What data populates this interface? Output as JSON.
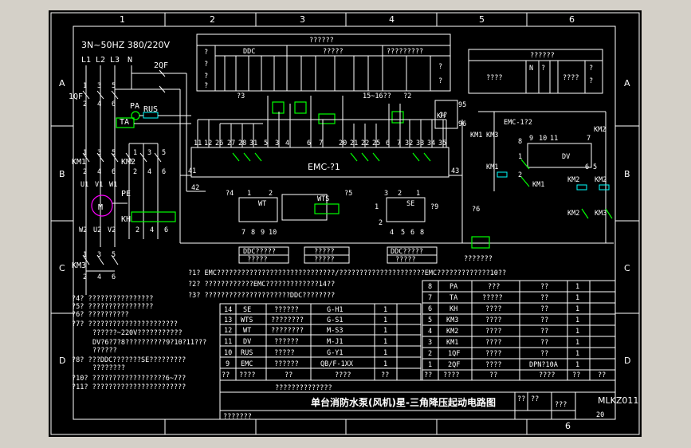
{
  "frame": {
    "columns": [
      "1",
      "2",
      "3",
      "4",
      "5",
      "6"
    ],
    "rows": [
      "A",
      "B",
      "C",
      "D"
    ],
    "column_footer_last": "6"
  },
  "power": {
    "supply": "3N~50HZ  380/220V",
    "phases": [
      "L1",
      "L2",
      "L3",
      "N"
    ],
    "breaker_main": "1QF",
    "breaker_ctrl": "2QF",
    "terminals_top": [
      "1",
      "3",
      "5"
    ],
    "terminals_mid": [
      "2",
      "4",
      "6"
    ],
    "pa": "PA",
    "rus": "RUS",
    "ta": "TA",
    "km1": "KM1",
    "km2": "KM2",
    "km3": "KM3",
    "kh": "KH",
    "pe": "PE",
    "motor": "M",
    "uvw1": [
      "U1",
      "V1",
      "W1"
    ],
    "uvw2": [
      "W2",
      "U2",
      "V2"
    ]
  },
  "top_table": {
    "row1": "??????",
    "ddc": "DDC",
    "col2": "?????",
    "col3": "?????????",
    "side": "?"
  },
  "right_table": {
    "title": "??????",
    "left": "????",
    "n": "N",
    "q": "?",
    "right": "????"
  },
  "controller": {
    "name": "EMC-?1",
    "name2": "EMC-1?2",
    "terminals_left": [
      "11",
      "12",
      "26",
      "27",
      "28",
      "31",
      "5",
      "3",
      "4",
      "6",
      "7"
    ],
    "terminals_mid": [
      "20",
      "21",
      "22",
      "25",
      "6",
      "7"
    ],
    "terminals_right": [
      "32",
      "33",
      "34",
      "35"
    ],
    "t41": "41",
    "t42": "42",
    "t43": "43",
    "t95": "95",
    "t96": "96",
    "kh": "KH",
    "note_top1": "?3",
    "note_top2": "15~16??",
    "note_top3": "?2",
    "note_q": "??"
  },
  "sub_units": {
    "wt": "WT",
    "wts": "WTS",
    "se": "SE",
    "dv": "DV",
    "n4": "?4",
    "n5": "?5",
    "n6": "?6",
    "n9": "?9",
    "pins_wt": [
      "7",
      "8",
      "9",
      "10"
    ],
    "pins_se": [
      "4",
      "5",
      "6",
      "8"
    ],
    "pin3": "3",
    "pin1": "1",
    "pin2": "2",
    "pins_top_wt": [
      "1",
      "2"
    ],
    "pins_top_se": [
      "2",
      "1"
    ],
    "ddc_box1": "DDC?????",
    "ddc_box1b": "?????",
    "ddc_box2": "?????",
    "ddc_box2b": "?????",
    "ddc_box3": "DDC?????",
    "ddc_box3b": "?????",
    "right_note": "???????",
    "km1": "KM1",
    "km2": "KM2",
    "km3": "KM3",
    "dv_pins": [
      "8",
      "9",
      "10",
      "11",
      "7"
    ],
    "dv_pin1": "1",
    "dv_pin2": "2",
    "p6": "6",
    "p5": "5"
  },
  "notes": {
    "n1": "?1? EMC?????????????????????????????/?????????????????????EMC?????????????10??",
    "n2": "?2? ????????????EMC?????????????14??",
    "n3": "?3? ?????????????????????DDC????????",
    "n4": "?4?  ????????????????",
    "n5": "?5?  ????????????????",
    "n6": "?6?  ??????????",
    "n7": "?7?  ??????????????????????",
    "n8": "??????~220V???????????",
    "n8b": "DV?6?7?8??????????9?10?11???",
    "n8c": "??????",
    "n9": "?8?  ???DDC???????SE?????????",
    "n9b": "????????",
    "n10": "?10? ??????????????????6~7??",
    "n11": "?11? ???????????????????????"
  },
  "parts_left": {
    "rows": [
      [
        "14",
        "SE",
        "??????",
        "G-H1",
        "1"
      ],
      [
        "13",
        "WTS",
        "????????",
        "G-S1",
        "1"
      ],
      [
        "12",
        "WT",
        "????????",
        "M-S3",
        "1"
      ],
      [
        "11",
        "DV",
        "??????",
        "M-J1",
        "1"
      ],
      [
        "10",
        "RUS",
        "?????",
        "G-Y1",
        "1"
      ],
      [
        "9",
        "EMC",
        "??????",
        "QB/F-1XX",
        "1"
      ]
    ],
    "header": [
      "??",
      "????",
      "??",
      "????",
      "??"
    ]
  },
  "parts_right": {
    "rows": [
      [
        "8",
        "PA",
        "???",
        "??",
        "1"
      ],
      [
        "7",
        "TA",
        "?????",
        "??",
        "1"
      ],
      [
        "6",
        "KH",
        "????",
        "??",
        "1"
      ],
      [
        "5",
        "KM3",
        "????",
        "??",
        "1"
      ],
      [
        "4",
        "KM2",
        "????",
        "??",
        "1"
      ],
      [
        "3",
        "KM1",
        "????",
        "??",
        "1"
      ],
      [
        "2",
        "1QF",
        "????",
        "??",
        "1"
      ],
      [
        "1",
        "2QF",
        "????",
        "DPN?10A",
        "1"
      ]
    ],
    "header": [
      "??",
      "????",
      "??",
      "????",
      "??",
      "??"
    ]
  },
  "title_block": {
    "misc": "??????????????",
    "title": "单台消防水泵(风机)星-三角降压起动电路图",
    "drawing_no": "MLKZ011",
    "qq1": "??",
    "qq2": "??",
    "qq3": "???",
    "sheet": "20",
    "sign": "???????"
  }
}
